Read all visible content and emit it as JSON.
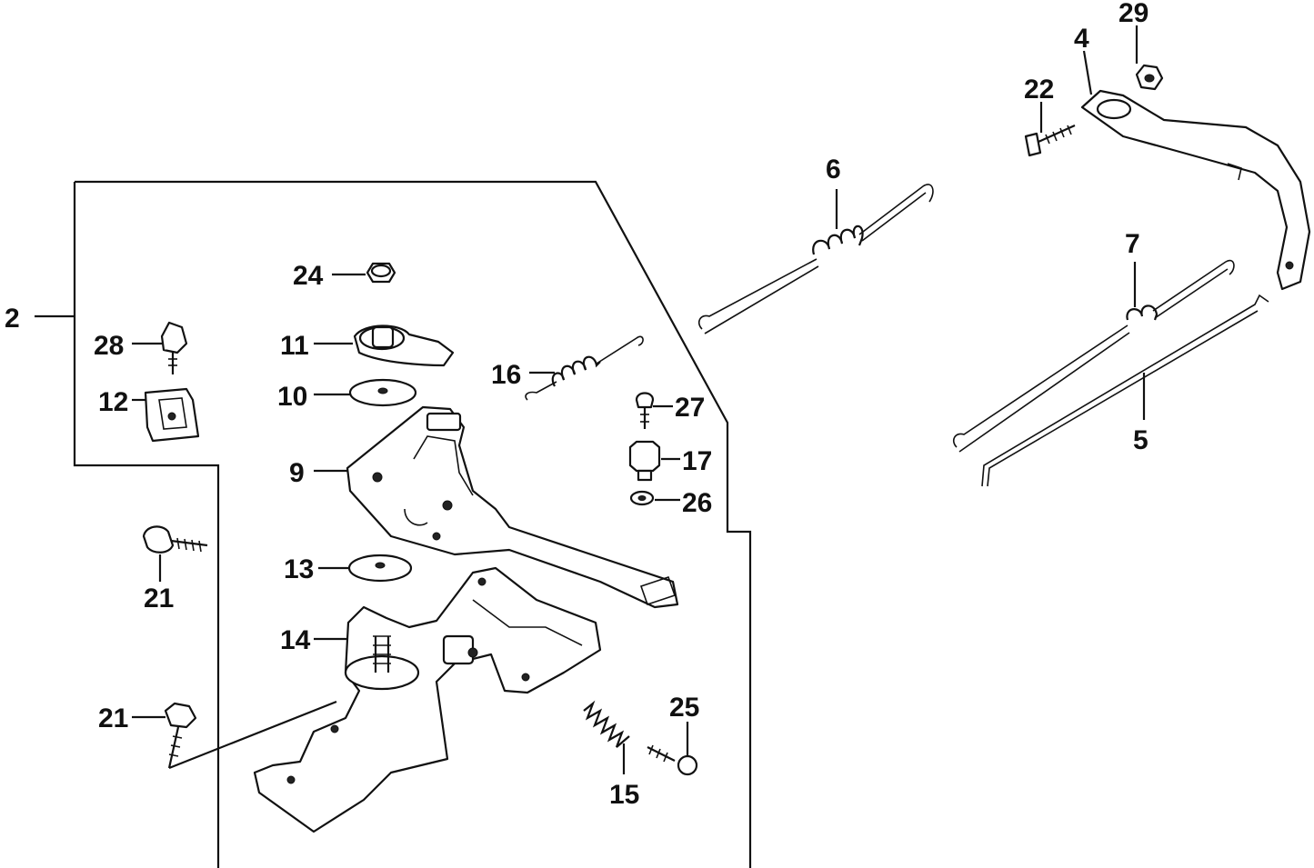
{
  "labels": {
    "l2": "2",
    "l4": "4",
    "l5": "5",
    "l6": "6",
    "l7": "7",
    "l9": "9",
    "l10": "10",
    "l11": "11",
    "l12": "12",
    "l13": "13",
    "l14": "14",
    "l15": "15",
    "l16": "16",
    "l17": "17",
    "l21a": "21",
    "l21b": "21",
    "l22": "22",
    "l24": "24",
    "l25": "25",
    "l26": "26",
    "l27": "27",
    "l28": "28",
    "l29": "29"
  }
}
